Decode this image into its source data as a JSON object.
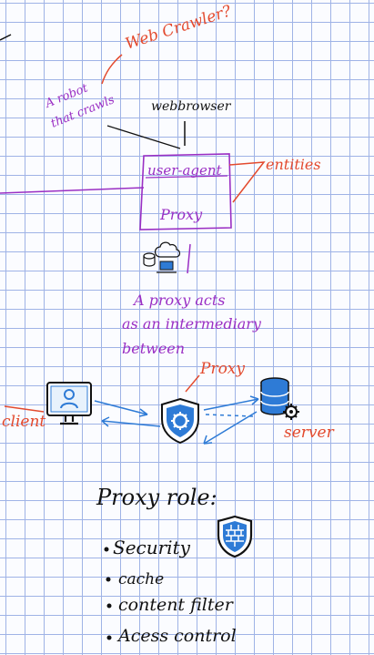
{
  "notes": {
    "web_crawler": "Web Crawler?",
    "robot_line1": "A robot",
    "robot_line2": "that crawls",
    "webbrowser": "webbrowser",
    "user_agent": "user-agent",
    "proxy_box": "Proxy",
    "entities": "entities",
    "proxy_acts_line1": "A proxy acts",
    "proxy_acts_line2": "as an intermediary",
    "proxy_acts_line3": "between",
    "proxy_label": "Proxy",
    "client": "client",
    "server": "server"
  },
  "proxy_role": {
    "title": "Proxy role:",
    "items": [
      "Security",
      "cache",
      "content filter",
      "Acess control"
    ]
  },
  "icons": [
    "client-monitor-icon",
    "proxy-shield-gear-icon",
    "server-database-gear-icon",
    "network-cloud-icon",
    "firewall-shield-icon"
  ],
  "colors": {
    "purple": "#9a2fc4",
    "red": "#e34a2e",
    "blue": "#2e7bd6",
    "ink": "#111111",
    "grid": "#9fb3e6"
  }
}
